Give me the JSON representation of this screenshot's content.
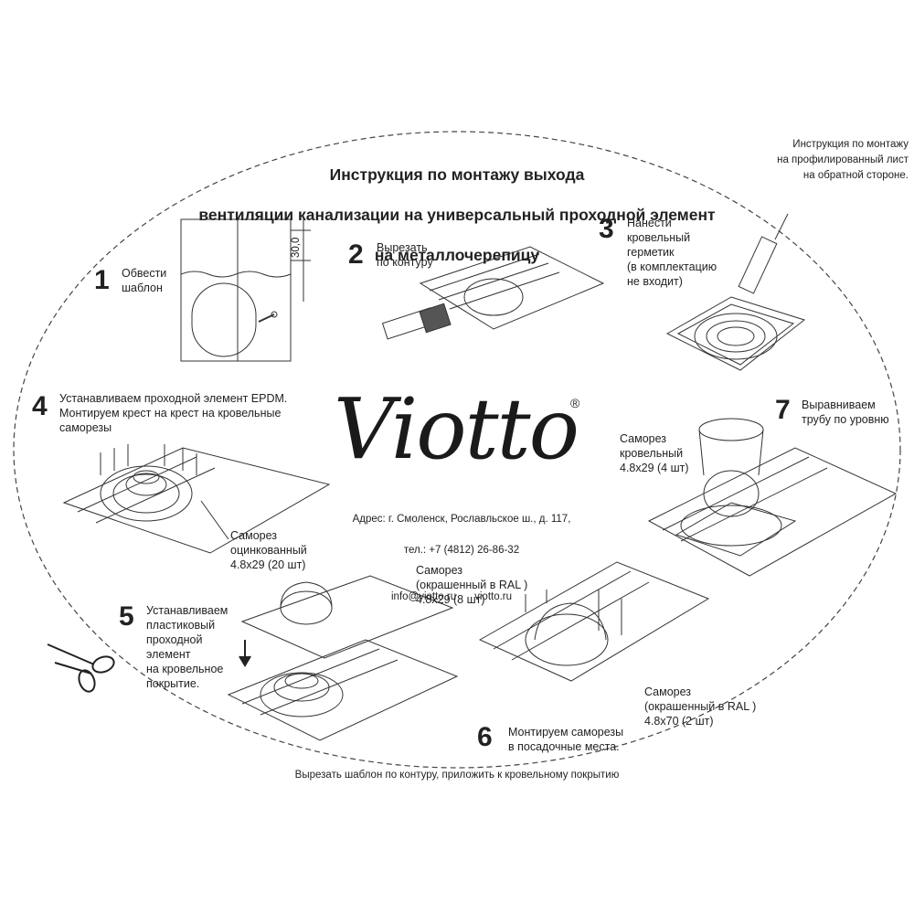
{
  "title": {
    "line1": "Инструкция по монтажу выхода",
    "line2": "вентиляции канализации на универсальный проходной элемент",
    "line3": "на металлочерепицу"
  },
  "side_note": "Инструкция по монтажу\nна профилированный лист\nна обратной стороне.",
  "steps": [
    {
      "num": "1",
      "text": "Обвести\nшаблон"
    },
    {
      "num": "2",
      "text": "Вырезать\nпо контуру"
    },
    {
      "num": "3",
      "text": "Нанести\nкровельный\nгерметик\n(в комплектацию\nне входит)"
    },
    {
      "num": "4",
      "text": "Устанавливаем проходной элемент EPDM.\nМонтируем крест на крест на кровельные\nсаморезы"
    },
    {
      "num": "5",
      "text": "Устанавливаем\nпластиковый\nпроходной\nэлемент\nна кровельное\nпокрытие."
    },
    {
      "num": "6",
      "text": "Монтируем саморезы\nв посадочные места."
    },
    {
      "num": "7",
      "text": "Выравниваем\nтрубу по уровню"
    }
  ],
  "callouts": {
    "dim": "30,0",
    "screw4": "Саморез\nоцинкованный\n4.8x29 (20 шт)",
    "screw7": "Саморез\nкровельный\n4.8x29 (4 шт)",
    "screw6a": "Саморез\n(окрашенный в RAL )\n4.8x29 (8 шт)",
    "screw6b": "Саморез\n(окрашенный в RAL )\n4.8x70 (2 шт)"
  },
  "brand": {
    "logo": "Viotto",
    "reg": "®",
    "address": "Адрес: г. Смоленск, Рославльское ш., д. 117,",
    "phone": "тел.: +7 (4812) 26-86-32",
    "email": "info@viotto.ru",
    "site": "viotto.ru"
  },
  "bottom_text": "Вырезать шаблон по контуру, приложить к кровельному покрытию",
  "colors": {
    "ink": "#222222",
    "line": "#333333",
    "background": "#ffffff"
  },
  "icons": [
    "scissors-icon",
    "arrow-down-icon"
  ]
}
